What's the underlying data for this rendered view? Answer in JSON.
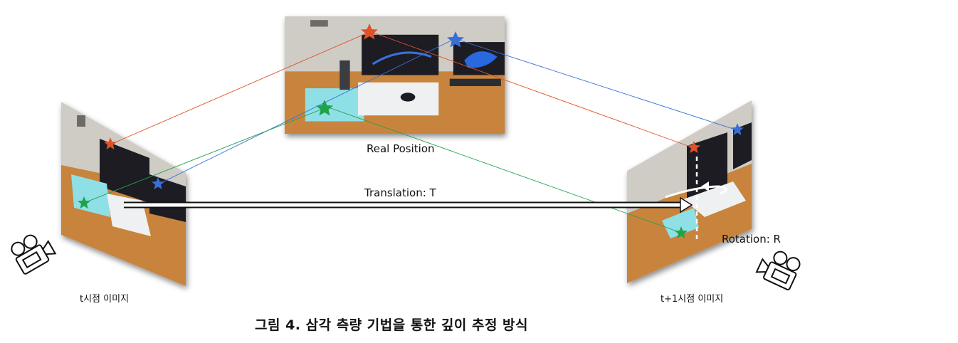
{
  "labels": {
    "real_position": "Real Position",
    "translation": "Translation: T",
    "rotation": "Rotation: R",
    "left_image": "t시점 이미지",
    "right_image": "t+1시점 이미지"
  },
  "caption": "그림 4. 삼각 측량 기법을 통한 깊이 추정 방식",
  "colors": {
    "red": "#e0512a",
    "blue": "#3a6fd8",
    "green": "#1fa34a",
    "wall": "#cfccc6",
    "desk": "#c8843c",
    "paper": "#eef0f2",
    "folder": "#8fe0e6",
    "monitor": "#1b1f24"
  },
  "icons": [
    "camera-icon-left",
    "camera-icon-right",
    "star-icon"
  ]
}
